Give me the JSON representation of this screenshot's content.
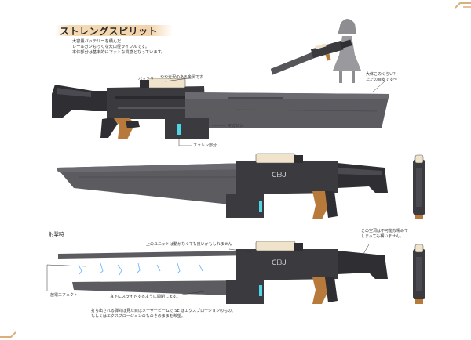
{
  "title": "ストレングスピリット",
  "description": [
    "大容量バッテリーを積んだ",
    "レールガンもっくな大口径ライフルです。",
    "本体部分は基本的にマットな質感となっています。"
  ],
  "labels": {
    "battery": "バッテリー",
    "glossy": "やや光沢のある金属です",
    "magazine": "マガジン",
    "photon": "フォトン部分",
    "scale_q1": "大体このくらい？",
    "scale_q2": "ただの目安です～",
    "firing_heading": "射撃時",
    "upper_unit": "上のユニットは動かなくても良いかもしれません",
    "slide_note": "真下にスライドするように開閉します。",
    "discharge_fx": "放電エフェクト",
    "space_note1": "この空洞は不可能な場めて",
    "space_note2": "しまっても構いません。",
    "bottom_note1": "打ち出される弾丸は見た目はメーザービームで SE はエクスプロージョンのもの、",
    "bottom_note2": "もしくはエクスプロージョンのものそのままを希望。"
  },
  "barrel_marking": "ᑕᗷᒍ",
  "colors": {
    "body_dark": "#3a3a3f",
    "body_mid": "#4a4a50",
    "barrel": "#5b5b60",
    "grip": "#b87a3a",
    "battery": "#efe3cc",
    "accent_cyan": "#4fd6e6",
    "discharge": "#6fb8ff"
  }
}
